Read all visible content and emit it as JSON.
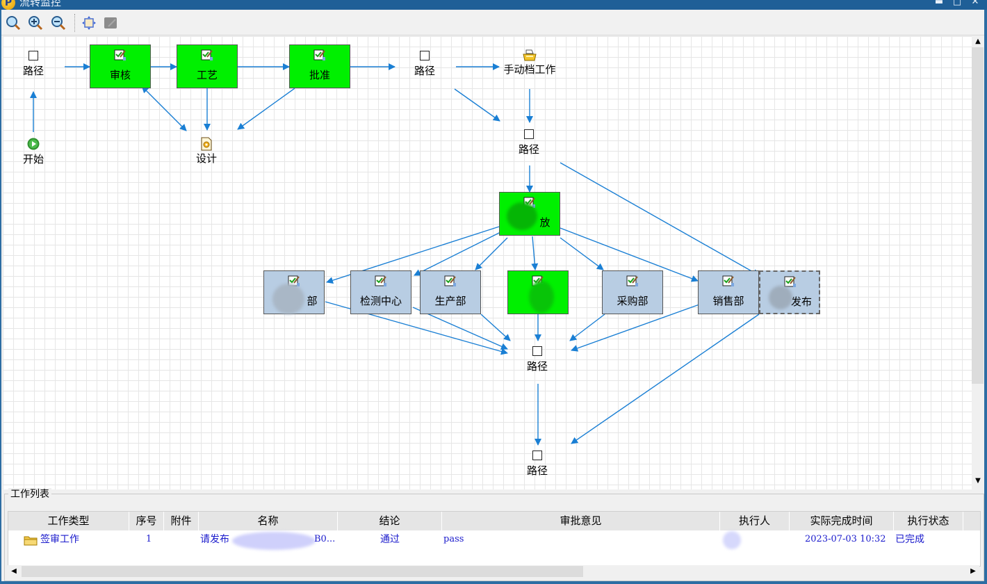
{
  "window": {
    "title": "流转监控",
    "controls": [
      "minimize",
      "maximize",
      "close"
    ]
  },
  "toolbar": {
    "buttons": [
      {
        "name": "zoom-fit",
        "icon": "magnifier-icon"
      },
      {
        "name": "zoom-in",
        "icon": "magnifier-plus-icon"
      },
      {
        "name": "zoom-out",
        "icon": "magnifier-minus-icon"
      },
      {
        "name": "fit-page",
        "icon": "fit-page-icon"
      },
      {
        "name": "edit",
        "icon": "edit-disabled-icon",
        "disabled": true
      }
    ]
  },
  "colors": {
    "active_node": "#00f000",
    "pending_node": "#b8cde3",
    "edge": "#1a7fd4",
    "link_text": "#1a1acc"
  },
  "diagram": {
    "nodes": [
      {
        "id": "route1",
        "type": "route",
        "label": "路径"
      },
      {
        "id": "start",
        "type": "start",
        "label": "开始"
      },
      {
        "id": "shenhe",
        "type": "task",
        "label": "审核",
        "state": "done"
      },
      {
        "id": "gongyi",
        "type": "task",
        "label": "工艺",
        "state": "done"
      },
      {
        "id": "pizhun",
        "type": "task",
        "label": "批准",
        "state": "done"
      },
      {
        "id": "sheji",
        "type": "design",
        "label": "设计"
      },
      {
        "id": "route2",
        "type": "route",
        "label": "路径"
      },
      {
        "id": "manual",
        "type": "manual",
        "label": "手动档工作"
      },
      {
        "id": "route3",
        "type": "route",
        "label": "路径"
      },
      {
        "id": "fafang",
        "type": "task",
        "label": "放",
        "state": "done",
        "redacted": true
      },
      {
        "id": "dept1",
        "type": "task",
        "label": "部",
        "state": "pending",
        "redacted": true
      },
      {
        "id": "jiance",
        "type": "task",
        "label": "检测中心",
        "state": "pending"
      },
      {
        "id": "shengchan",
        "type": "task",
        "label": "生产部",
        "state": "pending"
      },
      {
        "id": "dept2",
        "type": "task",
        "label": "",
        "state": "done",
        "redacted": true
      },
      {
        "id": "caigou",
        "type": "task",
        "label": "采购部",
        "state": "pending"
      },
      {
        "id": "xiaoshou",
        "type": "task",
        "label": "销售部",
        "state": "pending"
      },
      {
        "id": "fabu",
        "type": "task",
        "label": "发布",
        "state": "selected",
        "redacted": true
      },
      {
        "id": "route4",
        "type": "route",
        "label": "路径"
      },
      {
        "id": "route5",
        "type": "route",
        "label": "路径"
      }
    ]
  },
  "worklist": {
    "title": "工作列表",
    "columns": [
      "工作类型",
      "序号",
      "附件",
      "名称",
      "结论",
      "审批意见",
      "执行人",
      "实际完成时间",
      "执行状态"
    ],
    "rows": [
      {
        "type": "签审工作",
        "seq": "1",
        "attachment": "",
        "name": "请发布…B0...",
        "name_prefix": "请发布",
        "name_suffix": "B0...",
        "conclusion": "通过",
        "opinion": "pass",
        "executor": "",
        "finish_time": "2023-07-03 10:32",
        "status": "已完成"
      }
    ]
  }
}
